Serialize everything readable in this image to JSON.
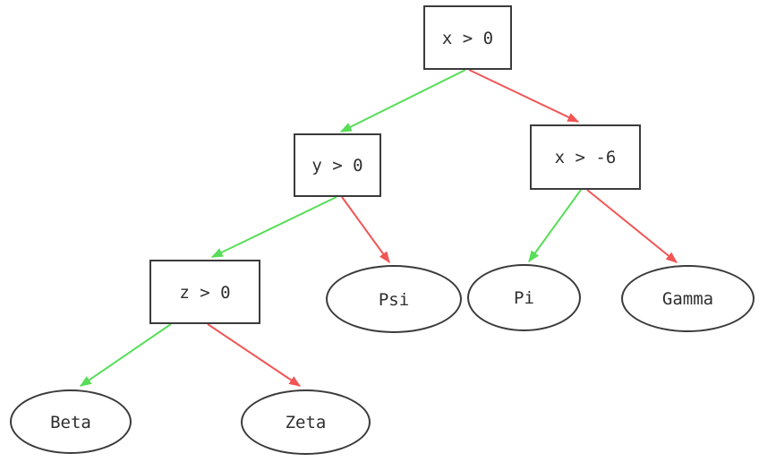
{
  "diagram": {
    "type": "decision-tree",
    "colors": {
      "true_branch": "#57dd57",
      "false_branch": "#f25555",
      "node_border": "#3b3b3b",
      "text": "#2e2e2e",
      "background": "#ffffff"
    },
    "nodes": [
      {
        "id": "root",
        "kind": "decision",
        "shape": "rectangle",
        "label": "x > 0"
      },
      {
        "id": "y",
        "kind": "decision",
        "shape": "rectangle",
        "label": "y > 0"
      },
      {
        "id": "x6",
        "kind": "decision",
        "shape": "rectangle",
        "label": "x > -6"
      },
      {
        "id": "z",
        "kind": "decision",
        "shape": "rectangle",
        "label": "z > 0"
      },
      {
        "id": "psi",
        "kind": "leaf",
        "shape": "ellipse",
        "label": "Psi"
      },
      {
        "id": "pi",
        "kind": "leaf",
        "shape": "ellipse",
        "label": "Pi"
      },
      {
        "id": "gamma",
        "kind": "leaf",
        "shape": "ellipse",
        "label": "Gamma"
      },
      {
        "id": "beta",
        "kind": "leaf",
        "shape": "ellipse",
        "label": "Beta"
      },
      {
        "id": "zeta",
        "kind": "leaf",
        "shape": "ellipse",
        "label": "Zeta"
      }
    ],
    "edges": [
      {
        "from": "root",
        "to": "y",
        "branch": "true"
      },
      {
        "from": "root",
        "to": "x6",
        "branch": "false"
      },
      {
        "from": "y",
        "to": "z",
        "branch": "true"
      },
      {
        "from": "y",
        "to": "psi",
        "branch": "false"
      },
      {
        "from": "x6",
        "to": "pi",
        "branch": "true"
      },
      {
        "from": "x6",
        "to": "gamma",
        "branch": "false"
      },
      {
        "from": "z",
        "to": "beta",
        "branch": "true"
      },
      {
        "from": "z",
        "to": "zeta",
        "branch": "false"
      }
    ]
  }
}
